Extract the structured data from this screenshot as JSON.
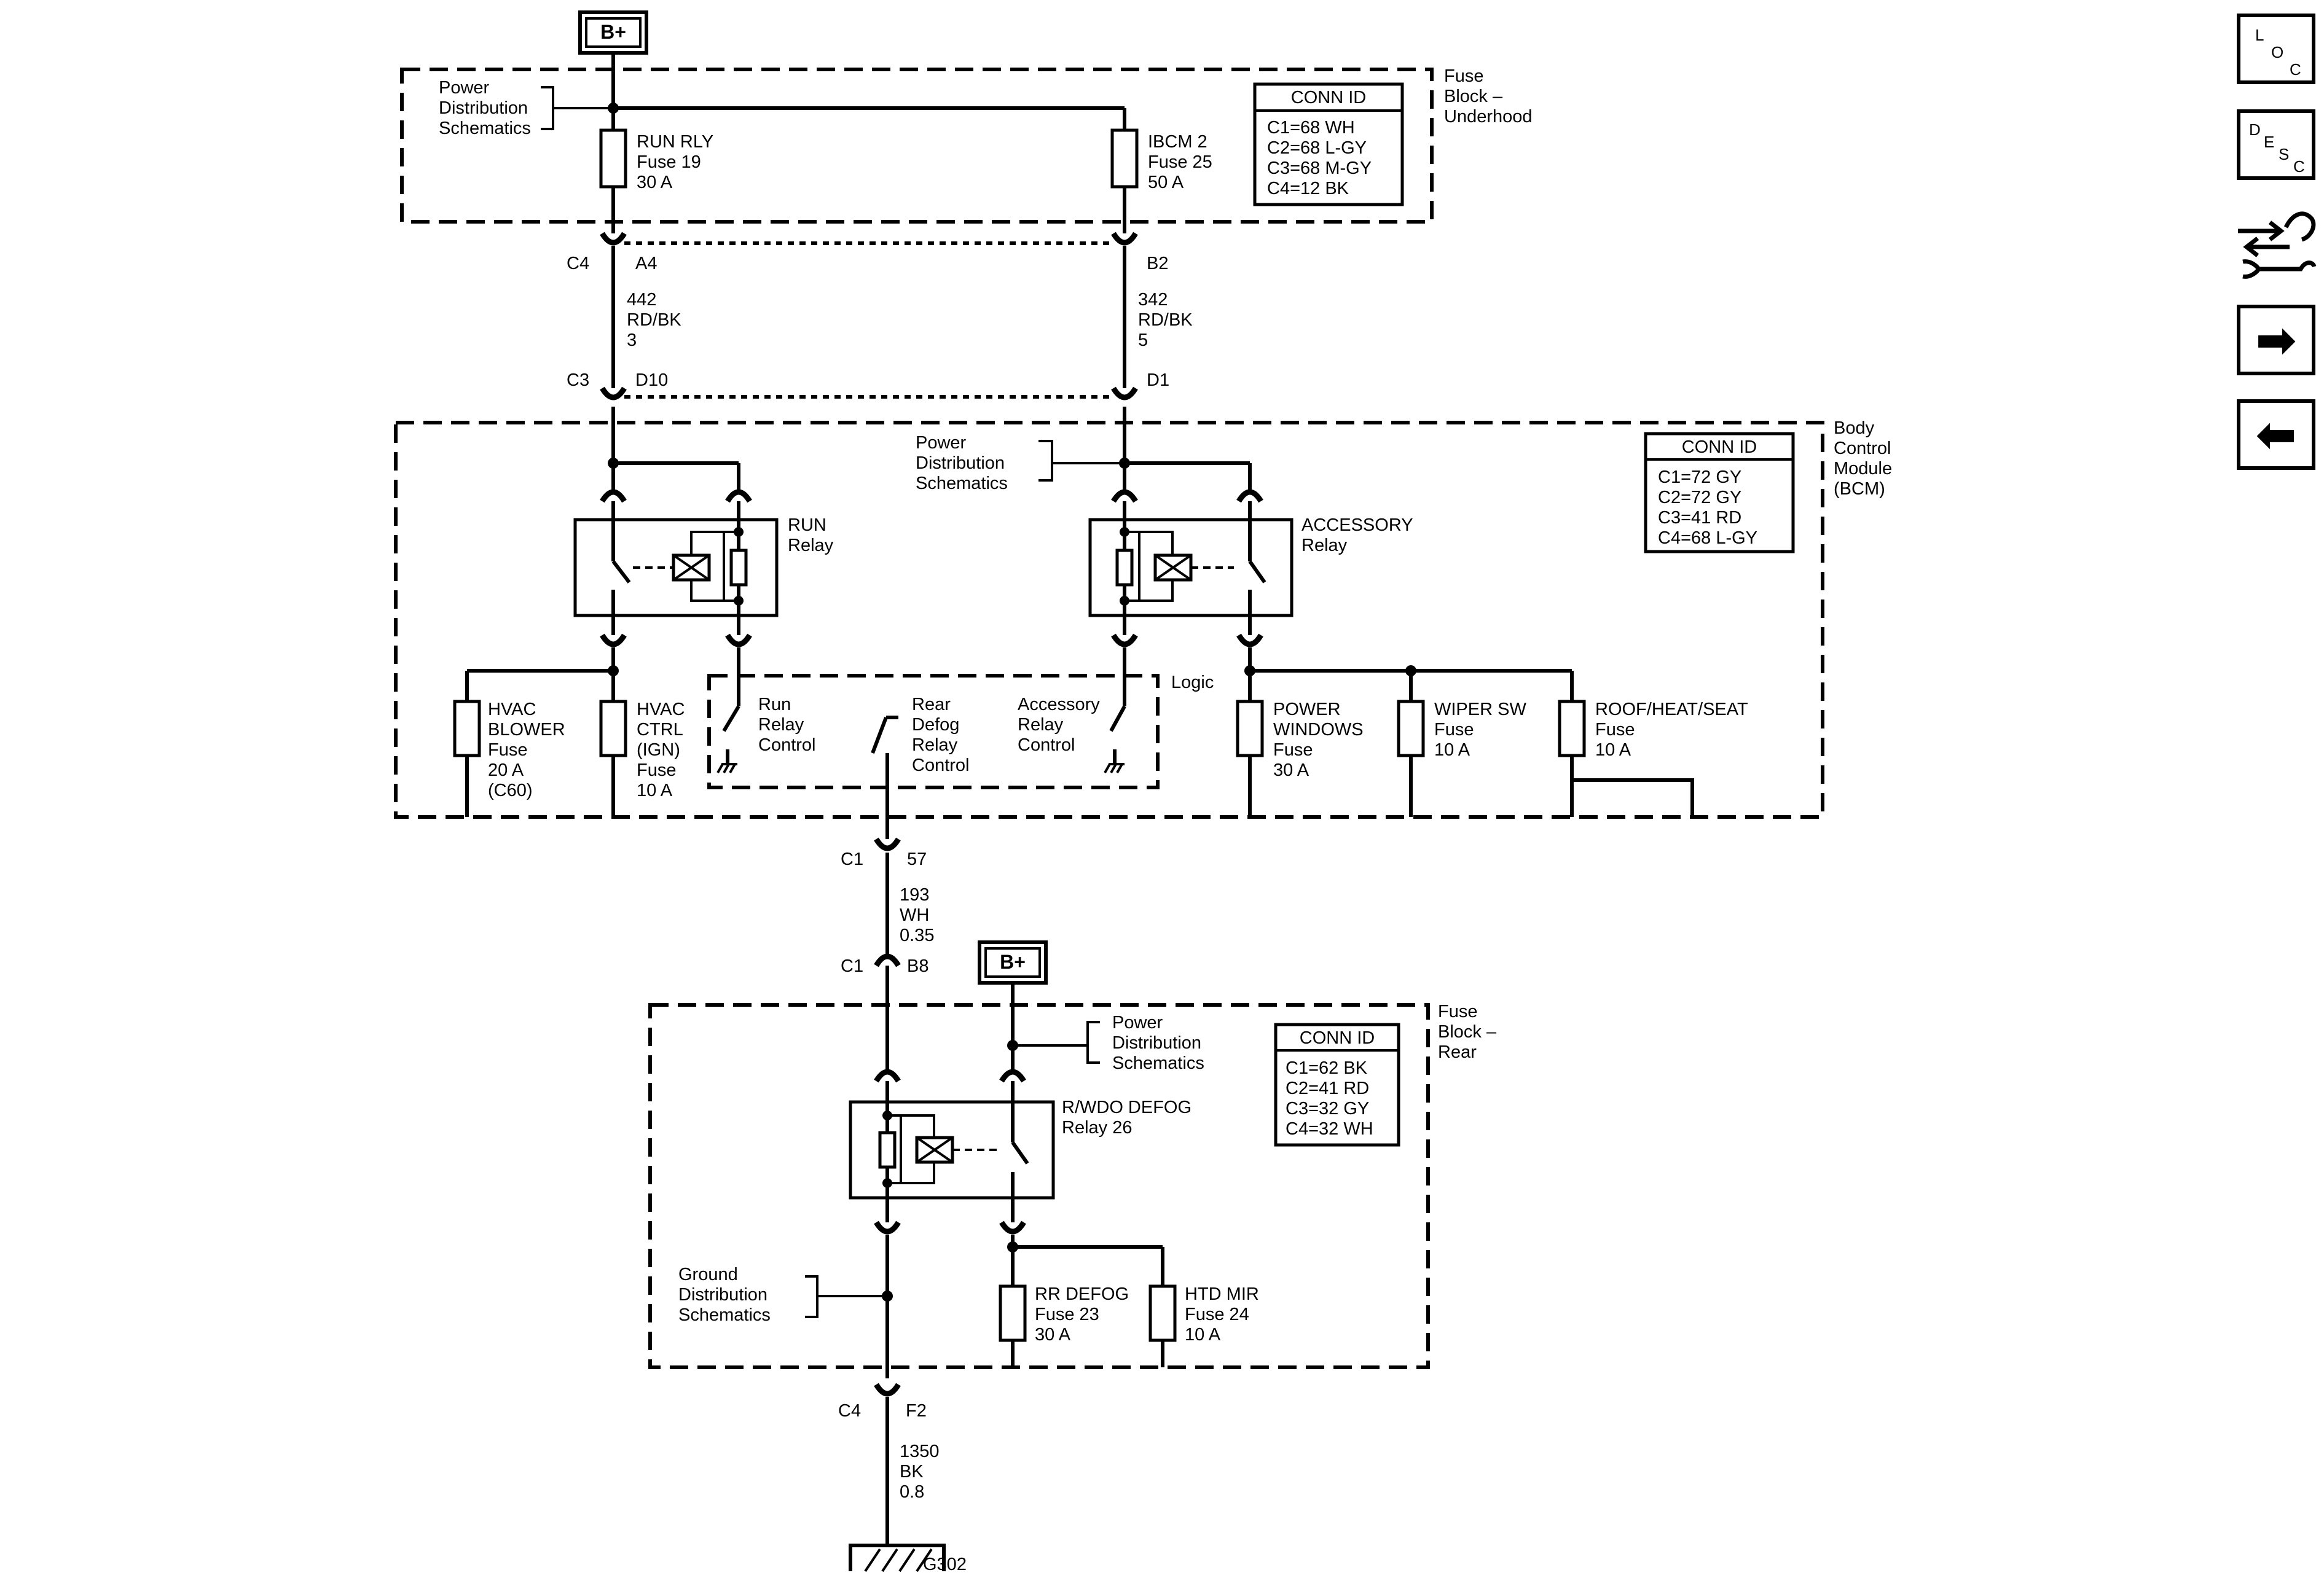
{
  "nav": {
    "loc": [
      "L",
      "O",
      "C"
    ],
    "desc": [
      "D",
      "E",
      "S",
      "C"
    ],
    "forward_icon": "right-arrow",
    "back_icon": "left-arrow",
    "tools_icon": "arrows-wrench"
  },
  "bplus": [
    "B+",
    "B+"
  ],
  "fuse_block_underhood": {
    "title": [
      "Fuse",
      "Block –",
      "Underhood"
    ],
    "power_ref": [
      "Power",
      "Distribution",
      "Schematics"
    ],
    "conn_title": "CONN ID",
    "conn": [
      "C1=68 WH",
      "C2=68 L-GY",
      "C3=68 M-GY",
      "C4=12 BK"
    ],
    "fuse_run": [
      "RUN RLY",
      "Fuse 19",
      "30 A"
    ],
    "fuse_ibcm": [
      "IBCM 2",
      "Fuse 25",
      "50 A"
    ]
  },
  "wire_upper": {
    "c4": "C4",
    "a4": "A4",
    "b2": "B2",
    "c3": "C3",
    "d10": "D10",
    "d1": "D1",
    "left": [
      "442",
      "RD/BK",
      "3"
    ],
    "right": [
      "342",
      "RD/BK",
      "5"
    ]
  },
  "bcm": {
    "title": [
      "Body",
      "Control",
      "Module",
      "(BCM)"
    ],
    "power_ref": [
      "Power",
      "Distribution",
      "Schematics"
    ],
    "conn_title": "CONN ID",
    "conn": [
      "C1=72 GY",
      "C2=72 GY",
      "C3=41 RD",
      "C4=68 L-GY"
    ],
    "run_relay": [
      "RUN",
      "Relay"
    ],
    "acc_relay": [
      "ACCESSORY",
      "Relay"
    ],
    "logic": "Logic",
    "run_ctrl": [
      "Run",
      "Relay",
      "Control"
    ],
    "defog_ctrl": [
      "Rear",
      "Defog",
      "Relay",
      "Control"
    ],
    "acc_ctrl": [
      "Accessory",
      "Relay",
      "Control"
    ],
    "fuse_blower": [
      "HVAC",
      "BLOWER",
      "Fuse",
      "20 A",
      "(C60)"
    ],
    "fuse_ctrl": [
      "HVAC",
      "CTRL",
      "(IGN)",
      "Fuse",
      "10 A"
    ],
    "fuse_windows": [
      "POWER",
      "WINDOWS",
      "Fuse",
      "30 A"
    ],
    "fuse_wiper": [
      "WIPER SW",
      "Fuse",
      "10 A"
    ],
    "fuse_roof": [
      "ROOF/HEAT/SEAT",
      "Fuse",
      "10 A"
    ]
  },
  "wire_mid": {
    "c1a": "C1",
    "pin57": "57",
    "wire": [
      "193",
      "WH",
      "0.35"
    ],
    "c1b": "C1",
    "b8": "B8"
  },
  "fuse_block_rear": {
    "title": [
      "Fuse",
      "Block –",
      "Rear"
    ],
    "power_ref": [
      "Power",
      "Distribution",
      "Schematics"
    ],
    "ground_ref": [
      "Ground",
      "Distribution",
      "Schematics"
    ],
    "conn_title": "CONN ID",
    "conn": [
      "C1=62 BK",
      "C2=41 RD",
      "C3=32 GY",
      "C4=32 WH"
    ],
    "relay": [
      "R/WDO DEFOG",
      "Relay 26"
    ],
    "fuse_defog": [
      "RR DEFOG",
      "Fuse 23",
      "30 A"
    ],
    "fuse_mir": [
      "HTD MIR",
      "Fuse 24",
      "10 A"
    ]
  },
  "wire_low": {
    "c4": "C4",
    "f2": "F2",
    "wire": [
      "1350",
      "BK",
      "0.8"
    ],
    "ground": "G302"
  }
}
